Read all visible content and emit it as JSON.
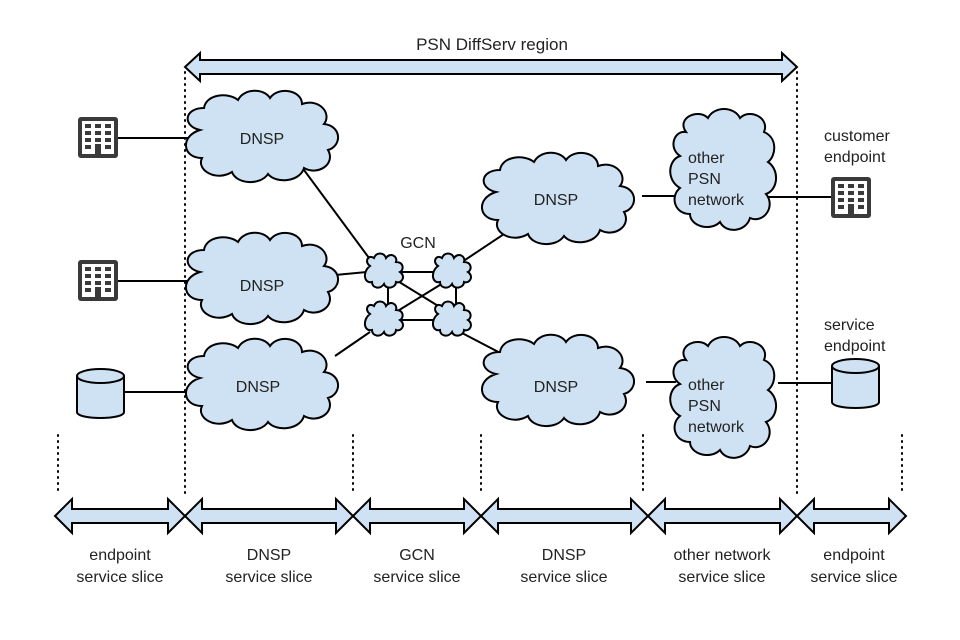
{
  "colors": {
    "fill": "#cfe2f3",
    "stroke": "#000000",
    "text": "#222222"
  },
  "region": {
    "label": "PSN DiffServ region"
  },
  "clouds": {
    "dnsp_top_left": "DNSP",
    "dnsp_mid_left": "DNSP",
    "dnsp_bot_left": "DNSP",
    "dnsp_top_right": "DNSP",
    "dnsp_bot_right": "DNSP",
    "other_top": [
      "other",
      "PSN",
      "network"
    ],
    "other_bot": [
      "other",
      "PSN",
      "network"
    ]
  },
  "gcn": {
    "label": "GCN"
  },
  "endpoints": {
    "customer": [
      "customer",
      "endpoint"
    ],
    "service": [
      "service",
      "endpoint"
    ],
    "icons": [
      "building-icon",
      "building-icon",
      "database-icon",
      "building-icon",
      "database-icon"
    ]
  },
  "slices": [
    {
      "line1": "endpoint",
      "line2": "service slice"
    },
    {
      "line1": "DNSP",
      "line2": "service slice"
    },
    {
      "line1": "GCN",
      "line2": "service slice"
    },
    {
      "line1": "DNSP",
      "line2": "service slice"
    },
    {
      "line1": "other network",
      "line2": "service slice"
    },
    {
      "line1": "endpoint",
      "line2": "service slice"
    }
  ]
}
